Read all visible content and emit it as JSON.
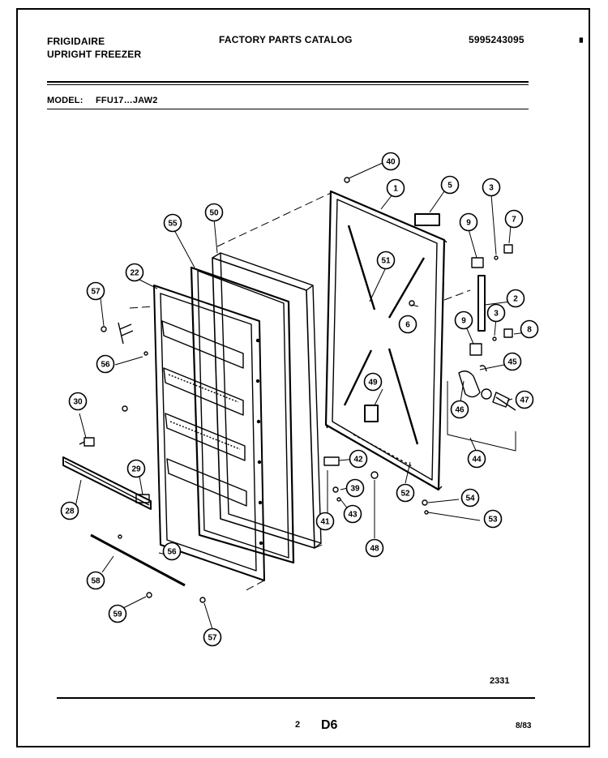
{
  "header": {
    "brand": "FRIGIDAIRE",
    "product": "UPRIGHT FREEZER",
    "catalog_title": "FACTORY PARTS CATALOG",
    "catalog_number": "5995243095",
    "model_label": "MODEL:",
    "model_value": "FFU17…JAW2"
  },
  "callouts": [
    {
      "id": "40",
      "label": "40"
    },
    {
      "id": "1",
      "label": "1"
    },
    {
      "id": "5",
      "label": "5"
    },
    {
      "id": "3a",
      "label": "3"
    },
    {
      "id": "7",
      "label": "7"
    },
    {
      "id": "9a",
      "label": "9"
    },
    {
      "id": "50",
      "label": "50"
    },
    {
      "id": "55",
      "label": "55"
    },
    {
      "id": "51",
      "label": "51"
    },
    {
      "id": "22",
      "label": "22"
    },
    {
      "id": "57a",
      "label": "57"
    },
    {
      "id": "2",
      "label": "2"
    },
    {
      "id": "3b",
      "label": "3"
    },
    {
      "id": "9b",
      "label": "9"
    },
    {
      "id": "6",
      "label": "6"
    },
    {
      "id": "8",
      "label": "8"
    },
    {
      "id": "56a",
      "label": "56"
    },
    {
      "id": "45",
      "label": "45"
    },
    {
      "id": "49",
      "label": "49"
    },
    {
      "id": "30",
      "label": "30"
    },
    {
      "id": "46",
      "label": "46"
    },
    {
      "id": "47",
      "label": "47"
    },
    {
      "id": "44",
      "label": "44"
    },
    {
      "id": "42",
      "label": "42"
    },
    {
      "id": "29",
      "label": "29"
    },
    {
      "id": "39",
      "label": "39"
    },
    {
      "id": "52",
      "label": "52"
    },
    {
      "id": "54",
      "label": "54"
    },
    {
      "id": "28",
      "label": "28"
    },
    {
      "id": "43",
      "label": "43"
    },
    {
      "id": "53",
      "label": "53"
    },
    {
      "id": "41",
      "label": "41"
    },
    {
      "id": "56b",
      "label": "56"
    },
    {
      "id": "48",
      "label": "48"
    },
    {
      "id": "58",
      "label": "58"
    },
    {
      "id": "59",
      "label": "59"
    },
    {
      "id": "57b",
      "label": "57"
    }
  ],
  "footer": {
    "drawing_number": "2331",
    "page_number": "2",
    "section": "D6",
    "date": "8/83"
  }
}
